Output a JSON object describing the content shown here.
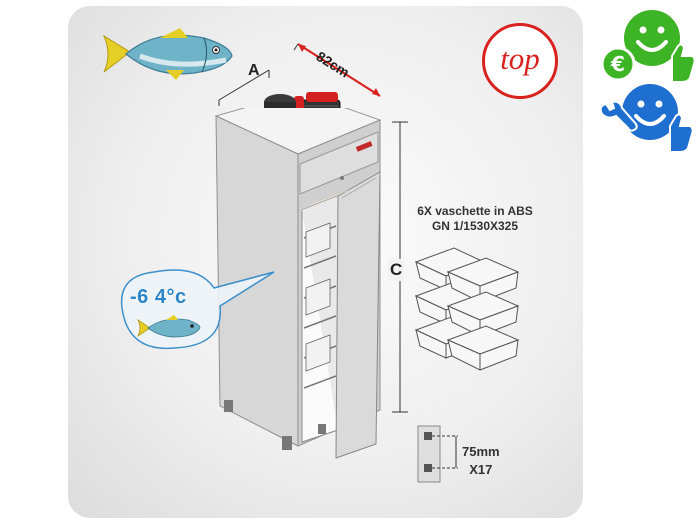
{
  "dimensions": {
    "a_label": "A",
    "c_label": "C",
    "width_value": "82cm"
  },
  "trays": {
    "line1": "6X vaschette in ABS",
    "line2": "GN 1/1530X325"
  },
  "shelf_spacing": {
    "line1": "75mm",
    "line2": "X17"
  },
  "temperature": {
    "range": "-6  4°c"
  },
  "badge": {
    "text": "top"
  },
  "colors": {
    "accent_red": "#d8221e",
    "green_smiley": "#3cb425",
    "blue_smiley": "#1f6fd0",
    "temp_blue": "#2a86c8"
  },
  "icons": {
    "fish": "fish-icon",
    "euro": "euro-icon",
    "wrench": "wrench-icon",
    "thumbs_up": "thumbs-up-icon",
    "smiley_green": "green-smiley-icon",
    "smiley_blue": "blue-smiley-icon"
  }
}
